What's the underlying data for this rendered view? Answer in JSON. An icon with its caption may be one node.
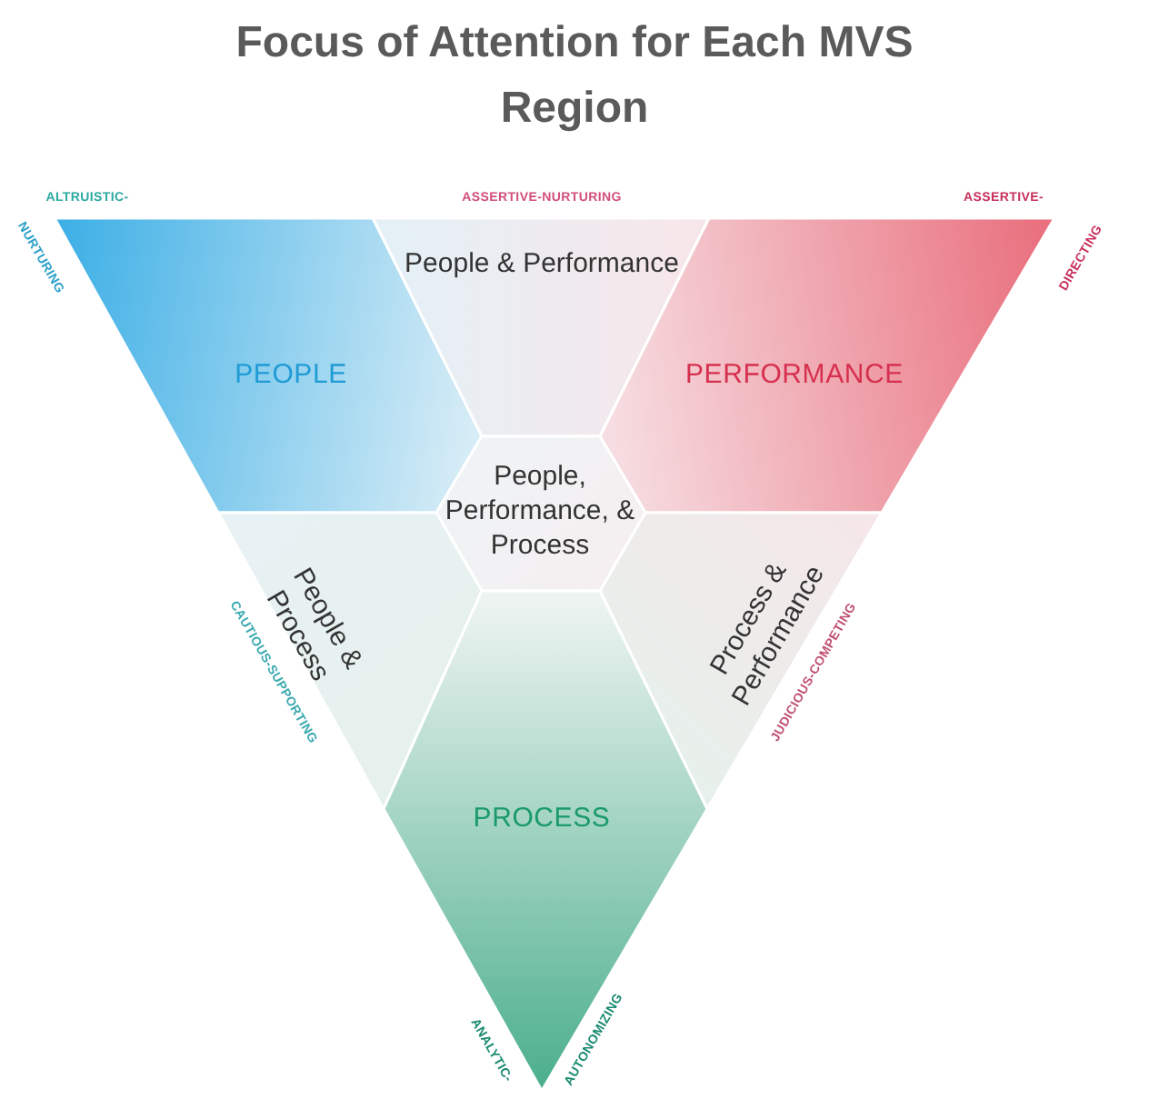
{
  "diagram": {
    "title": "Focus of Attention for Each MVS Region",
    "nodes": [
      {
        "text": [
          "People & Performance"
        ]
      },
      {
        "text": [
          "PEOPLE"
        ]
      },
      {
        "text": [
          "PERFORMANCE"
        ]
      },
      {
        "text": [
          "People, Performance, & Process"
        ]
      },
      {
        "text": [
          "People & Process"
        ]
      },
      {
        "text": [
          "Process & Performance"
        ]
      },
      {
        "text": [
          "PROCESS"
        ]
      }
    ],
    "labels": [
      "ALTRUISTIC-",
      "ASSERTIVE-NURTURING",
      "ASSERTIVE-",
      "NURTURING",
      "DIRECTING",
      "CAUTIOUS-SUPPORTING",
      "JUDICIOUS-COMPETING",
      "ANALYTIC-",
      "AUTONOMIZING"
    ]
  }
}
